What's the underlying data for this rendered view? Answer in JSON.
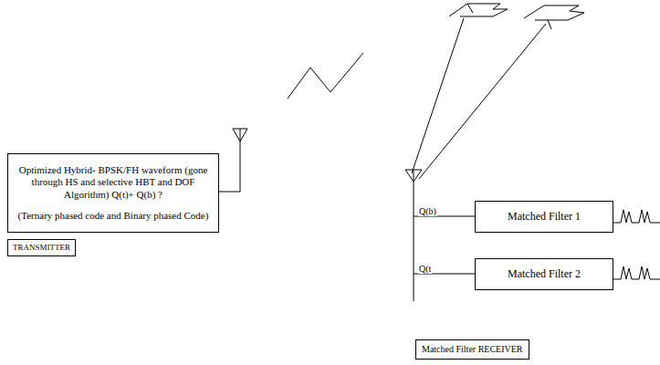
{
  "diagram": {
    "nodes": [
      {
        "text": [
          "Optimized Hybrid- BPSK/FH waveform (gone through HS and selective HBT and DOF Algorithm) Q(t)+ Q(b) ?",
          "(Ternary phased code and Binary phased Code)"
        ]
      },
      {
        "text": [
          "TRANSMITTER"
        ]
      },
      {
        "text": [
          "Matched Filter 1"
        ]
      },
      {
        "text": [
          "Matched Filter 2"
        ]
      },
      {
        "text": [
          "Matched Filter RECEIVER"
        ]
      }
    ],
    "labels": [
      "Q(b)",
      "Q(t"
    ]
  }
}
